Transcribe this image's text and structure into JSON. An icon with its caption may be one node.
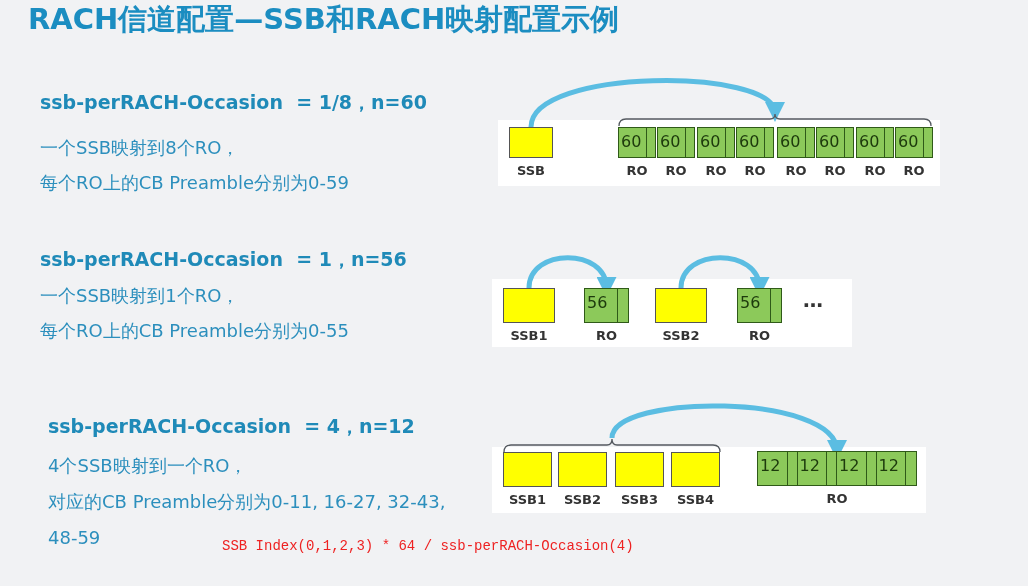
{
  "diagram": {
    "title": "RACH信道配置—SSB和RACH映射配置示例",
    "nodes": [
      {
        "text": [],
        "shape": "box",
        "beside": [
          "SSB"
        ]
      },
      {
        "text": [],
        "shape": "bracket"
      },
      {
        "text": [
          "60"
        ],
        "beside": [
          "RO"
        ]
      },
      {
        "text": [
          "60"
        ],
        "beside": [
          "RO"
        ]
      },
      {
        "text": [
          "60"
        ],
        "beside": [
          "RO"
        ]
      },
      {
        "text": [
          "60"
        ],
        "beside": [
          "RO"
        ]
      },
      {
        "text": [
          "60"
        ],
        "beside": [
          "RO"
        ]
      },
      {
        "text": [
          "60"
        ],
        "beside": [
          "RO"
        ]
      },
      {
        "text": [
          "60"
        ],
        "beside": [
          "RO"
        ]
      },
      {
        "text": [
          "60"
        ],
        "beside": [
          "RO"
        ]
      },
      {
        "text": [],
        "shape": "box",
        "beside": [
          "SSB1"
        ]
      },
      {
        "text": [
          "56"
        ],
        "beside": [
          "RO"
        ]
      },
      {
        "text": [],
        "shape": "box",
        "beside": [
          "SSB2"
        ]
      },
      {
        "text": [
          "56"
        ],
        "beside": [
          "RO"
        ]
      },
      {
        "text": [],
        "shape": "box",
        "beside": [
          "SSB1"
        ]
      },
      {
        "text": [],
        "shape": "box",
        "beside": [
          "SSB2"
        ]
      },
      {
        "text": [],
        "shape": "box",
        "beside": [
          "SSB3"
        ]
      },
      {
        "text": [],
        "shape": "box",
        "beside": [
          "SSB4"
        ]
      },
      {
        "text": [],
        "shape": "bracket"
      },
      {
        "text": [
          "12",
          "12",
          "12",
          "12"
        ],
        "beside": [
          "RO"
        ]
      }
    ],
    "edges": [
      {
        "from": 0,
        "to": 1,
        "arrow": "to"
      },
      {
        "from": 10,
        "to": 11,
        "arrow": "to"
      },
      {
        "from": 12,
        "to": 13,
        "arrow": "to"
      },
      {
        "from": 18,
        "to": 19,
        "arrow": "to"
      }
    ],
    "labels": [
      "ssb-perRACH-Occasion  = 1/8，n=60",
      "一个SSB映射到8个RO，",
      "每个RO上的CB Preamble分别为0-59",
      "ssb-perRACH-Occasion  = 1，n=56",
      "一个SSB映射到1个RO，",
      "每个RO上的CB Preamble分别为0-55",
      "…",
      "ssb-perRACH-Occasion  = 4，n=12",
      "4个SSB映射到一个RO，",
      "对应的CB Preamble分别为0-11, 16-27, 32-43, 48-59",
      "SSB Index(0,1,2,3) * 64 / ssb-perRACH-Occasion(4)"
    ]
  }
}
